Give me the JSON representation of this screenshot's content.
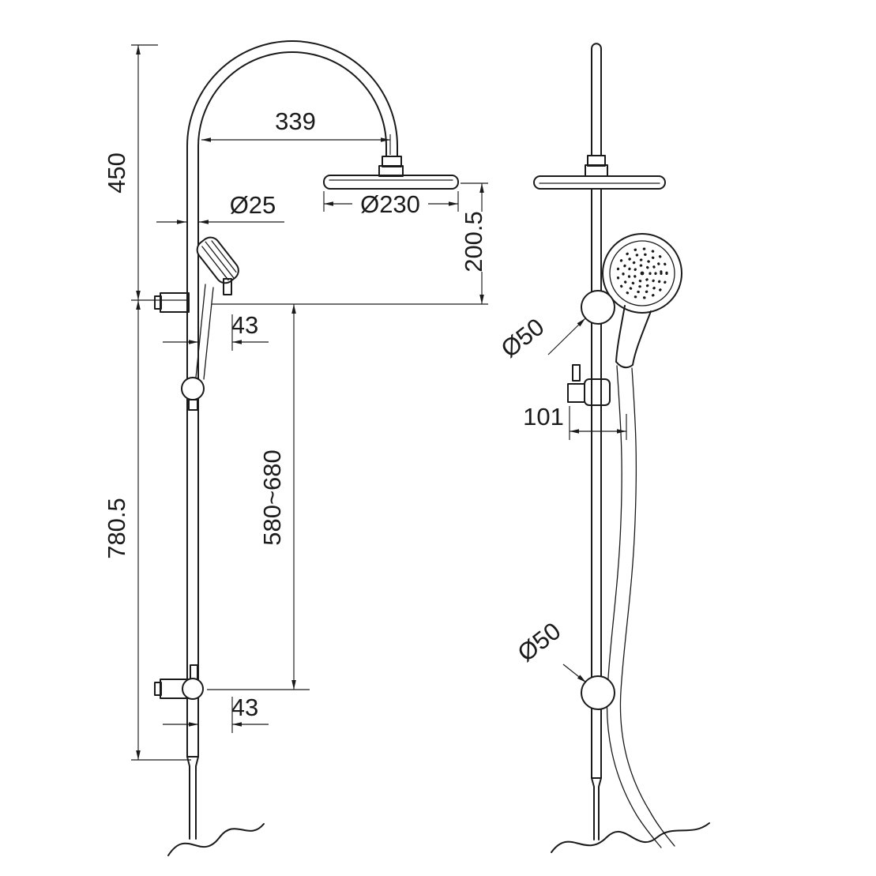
{
  "drawing": {
    "dims": {
      "d450": "450",
      "d339": "339",
      "d25": "Ø25",
      "d230": "Ø230",
      "d200_5": "200.5",
      "d43_top": "43",
      "d580_680": "580~680",
      "d780_5": "780.5",
      "d43_bottom": "43",
      "d50_top": "Ø50",
      "d101": "101",
      "d50_bottom": "Ø50"
    },
    "colors": {
      "line": "#1a1a1a",
      "background": "#ffffff"
    }
  }
}
